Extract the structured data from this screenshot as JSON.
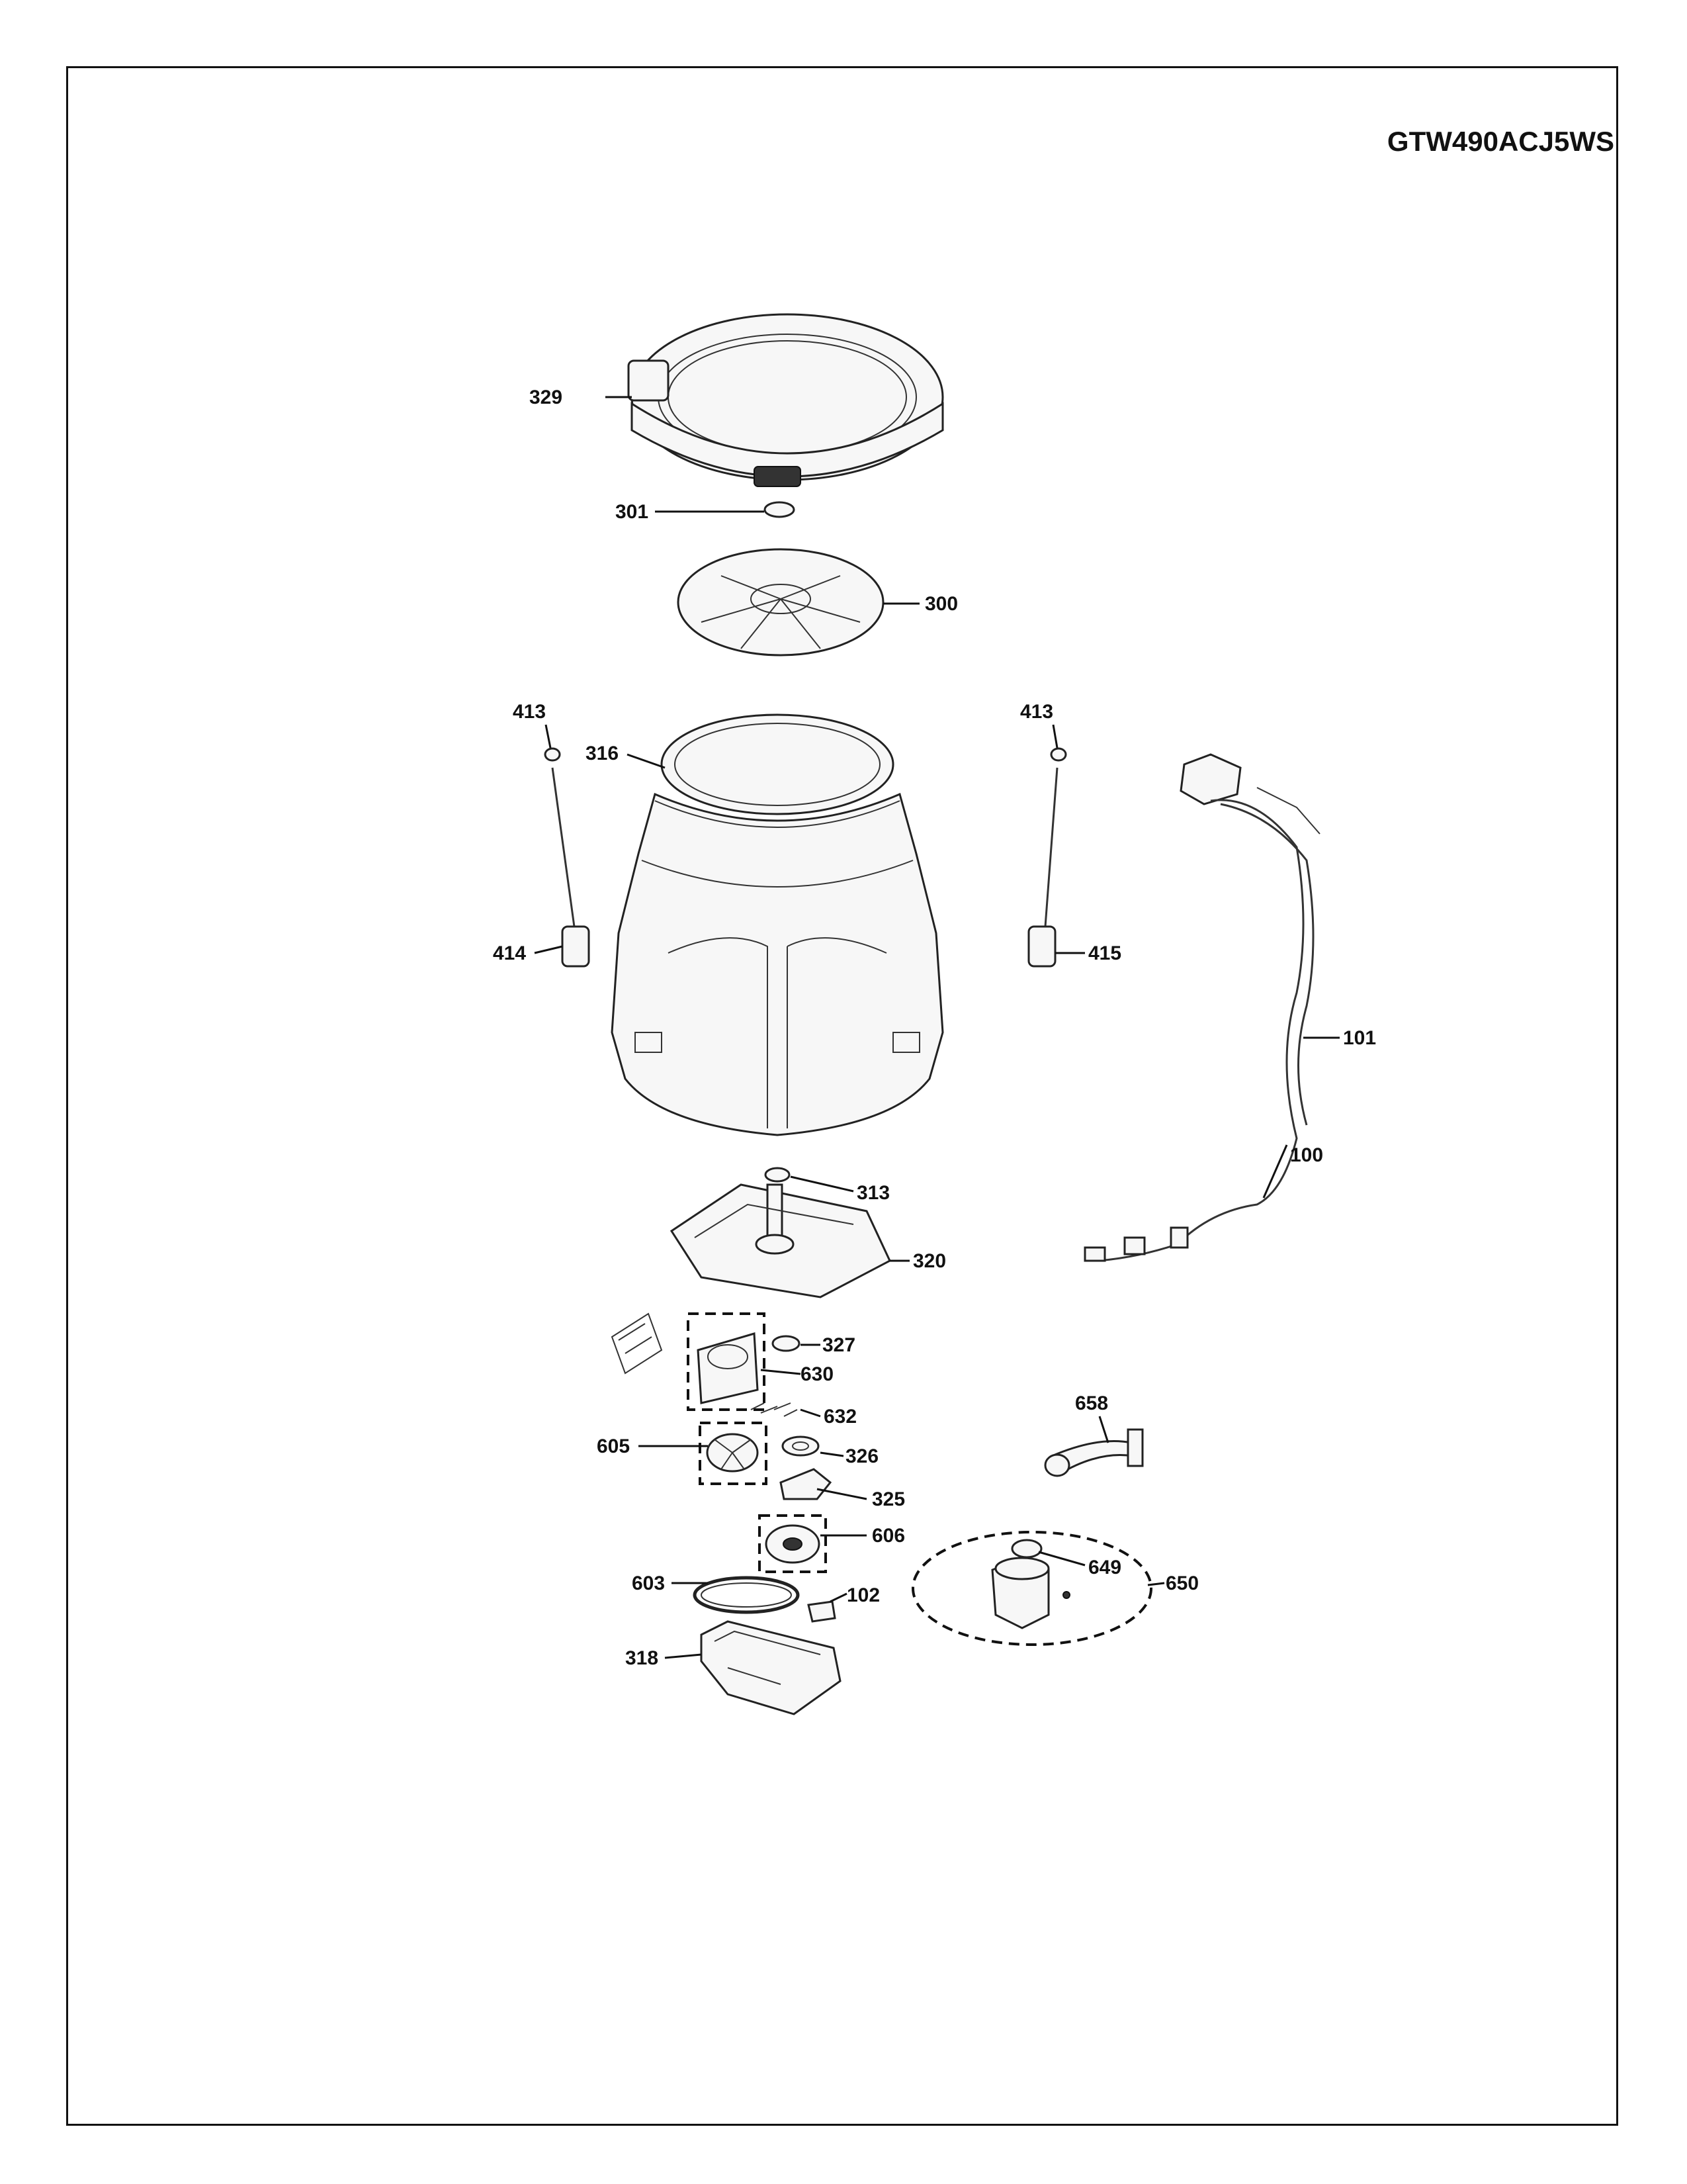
{
  "model_number": "GTW490ACJ5WS",
  "callouts": {
    "c329": "329",
    "c301": "301",
    "c300": "300",
    "c413a": "413",
    "c413b": "413",
    "c316": "316",
    "c414": "414",
    "c415": "415",
    "c101": "101",
    "c100": "100",
    "c313": "313",
    "c320": "320",
    "c327": "327",
    "c630": "630",
    "c632": "632",
    "c605": "605",
    "c326": "326",
    "c325": "325",
    "c606": "606",
    "c603": "603",
    "c102": "102",
    "c318": "318",
    "c658": "658",
    "c649": "649",
    "c650": "650"
  }
}
